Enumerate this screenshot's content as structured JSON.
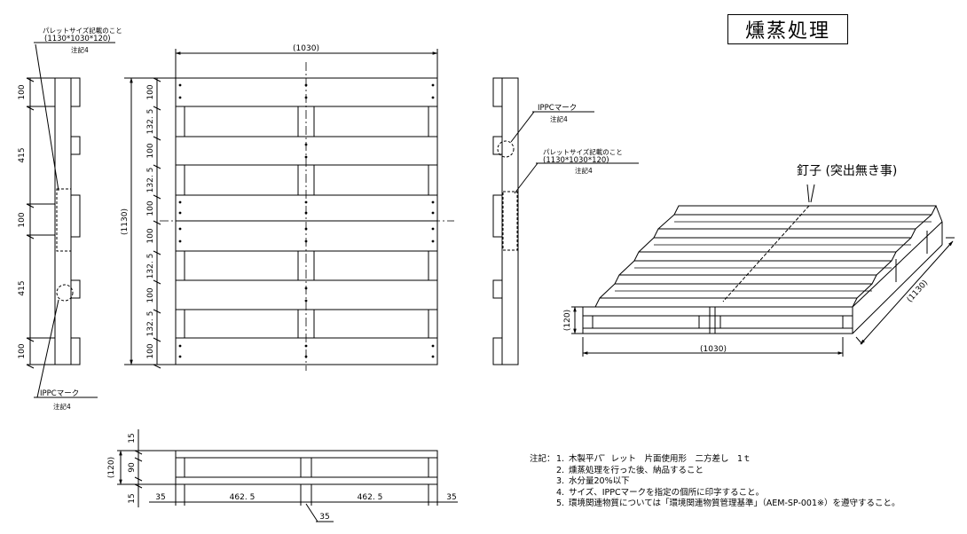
{
  "title": "燻蒸処理",
  "callouts": {
    "pallet_size_label": "パレットサイズ記載のこと",
    "pallet_size_dims": "(1130*1030*120)",
    "note_ref": "注記4",
    "ippc_mark": "IPPCマーク",
    "nail": "釘子 (突出無き事)"
  },
  "dimensions": {
    "overall_width": "(1030)",
    "overall_length": "(1130)",
    "height": "(120)",
    "side_view": [
      "100",
      "415",
      "100",
      "415",
      "100"
    ],
    "top_view": [
      "100",
      "132. 5",
      "100",
      "132. 5",
      "100",
      "100",
      "132. 5",
      "100",
      "132. 5",
      "100"
    ],
    "front_vertical": [
      "15",
      "90",
      "15"
    ],
    "front_horizontal": [
      "35",
      "462. 5",
      "462. 5",
      "35"
    ],
    "front_post": "35"
  },
  "notes": {
    "label": "注記：",
    "items": [
      {
        "num": "1.",
        "text": "木製平パ゜レット　片面使用形　二方差し　1ｔ"
      },
      {
        "num": "2.",
        "text": "燻蒸処理を行った後、納品すること"
      },
      {
        "num": "3.",
        "text": "水分量20%以下"
      },
      {
        "num": "4.",
        "text": "サイズ、IPPCマークを指定の個所に印字すること。"
      },
      {
        "num": "5.",
        "text": "環境関連物質については「環境関連物質管理基準」（AEM-SP-001※）を遵守すること。"
      }
    ]
  }
}
